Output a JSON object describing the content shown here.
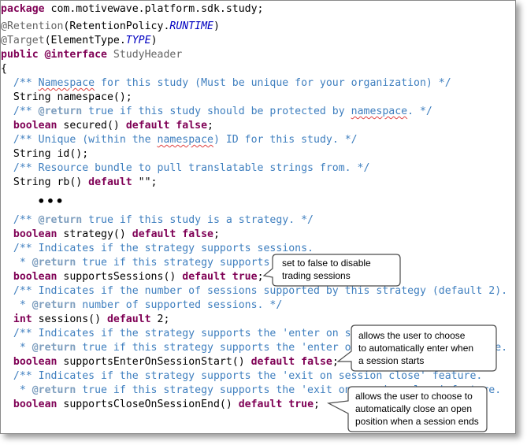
{
  "code": {
    "line1": {
      "kw": "package",
      "rest": " com.motivewave.platform.sdk.study;"
    },
    "line2": {
      "ann": "@Retention",
      "open": "(RetentionPolicy.",
      "const": "RUNTIME",
      "close": ")"
    },
    "line3": {
      "ann": "@Target",
      "open": "(ElementType.",
      "const": "TYPE",
      "close": ")"
    },
    "line4": {
      "kw1": "public",
      "ann": " @interface",
      "rest": " StudyHeader"
    },
    "line5": {
      "text": "{"
    },
    "line6": {
      "a": "  /** ",
      "b": "Namespace",
      "c": " for this study (Must be unique for your organization) */"
    },
    "line7": {
      "text": "  String namespace();"
    },
    "line8": {
      "a": "  /** ",
      "tag": "@return",
      "b": " true if this study should be protected by ",
      "c": "namespace",
      "d": ". */"
    },
    "line9": {
      "kw1": "  boolean",
      "mid": " secured() ",
      "kw2": "default",
      "sp": " ",
      "kw3": "false",
      "end": ";"
    },
    "line10": {
      "a": "  /** Unique (within the ",
      "b": "namespace",
      "c": ") ID for this study. */"
    },
    "line11": {
      "text": "  String id();"
    },
    "line12": {
      "text": "  /** Resource bundle to pull translatable strings from. */"
    },
    "line13": {
      "pre": "  String rb() ",
      "kw": "default",
      "post": " \"\";"
    },
    "ellipsis": "•••",
    "line14": {
      "a": "  /** ",
      "tag": "@return",
      "b": " true if this study is a strategy. */"
    },
    "line15": {
      "kw1": "  boolean",
      "mid": " strategy() ",
      "kw2": "default",
      "sp": " ",
      "kw3": "false",
      "end": ";"
    },
    "line16": {
      "text": "  /** Indicates if the strategy supports sessions."
    },
    "line17": {
      "a": "   * ",
      "tag": "@return",
      "b": " true if this strategy supports"
    },
    "line18": {
      "kw1": "  boolean",
      "mid": " supportsSessions() ",
      "kw2": "default",
      "sp": " ",
      "kw3": "true",
      "end": ";"
    },
    "line19": {
      "text": "  /** Indicates if the number of sessions supported by this strategy (default 2)."
    },
    "line20": {
      "a": "   * ",
      "tag": "@return",
      "b": " number of supported sessions. */"
    },
    "line21": {
      "kw1": "  int",
      "mid": " sessions() ",
      "kw2": "default",
      "end": " 2;"
    },
    "line22": {
      "text": "  /** Indicates if the strategy supports the 'enter on session start' feature."
    },
    "line23": {
      "a": "   * ",
      "tag": "@return",
      "b": " true if this strategy supports the 'enter on session start' feature."
    },
    "line24": {
      "kw1": "  boolean",
      "mid": " supportsEnterOnSessionStart() ",
      "kw2": "default",
      "sp": " ",
      "kw3": "false",
      "end": ";"
    },
    "line25": {
      "text": "  /** Indicates if the strategy supports the 'exit on session close' feature."
    },
    "line26": {
      "a": "   * ",
      "tag": "@return",
      "b": " true if this strategy supports the 'exit on session close' feature."
    },
    "line27": {
      "kw1": "  boolean",
      "mid": " supportsCloseOnSessionEnd() ",
      "kw2": "default",
      "sp": " ",
      "kw3": "true",
      "end": ";"
    }
  },
  "callouts": [
    {
      "line1": "set to false to disable",
      "line2": "trading sessions"
    },
    {
      "line1": "allows the user to choose",
      "line2": "to automatically enter when",
      "line3": "a session starts"
    },
    {
      "line1": "allows the user to choose to",
      "line2": "automatically close an open",
      "line3": "position when a session ends"
    }
  ],
  "colors": {
    "keyword": "#7f0055",
    "comment": "#3f7fbf",
    "javadoc_tag": "#7f9fbf",
    "annotation": "#646464",
    "constant": "#0000c0",
    "callout_border": "#4a4a4a"
  }
}
